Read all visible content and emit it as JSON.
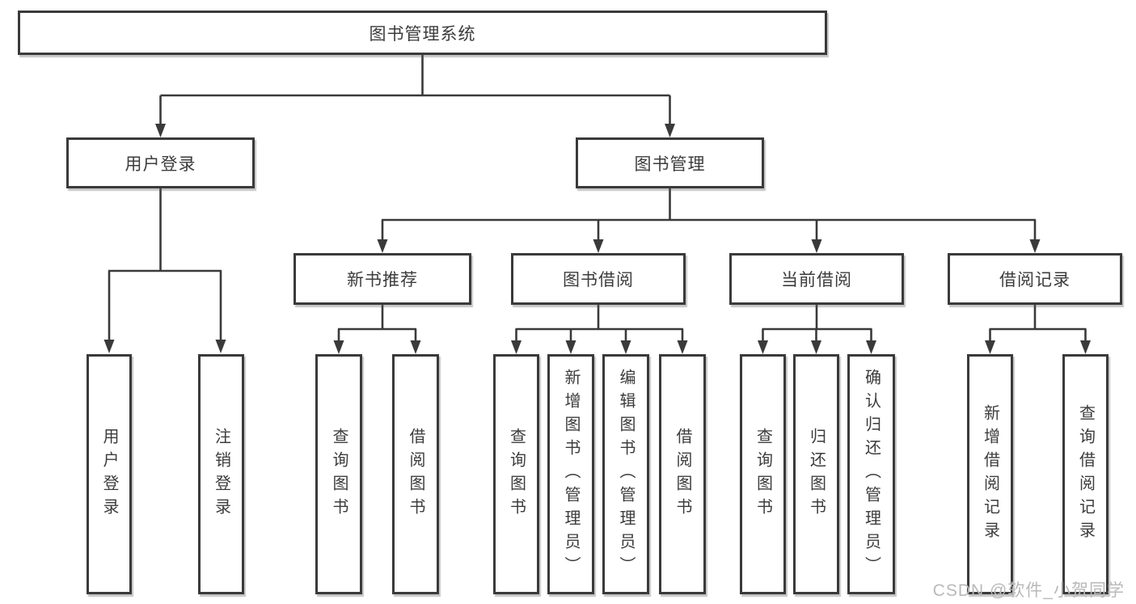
{
  "diagram": {
    "root": {
      "label": "图书管理系统"
    },
    "branches": [
      {
        "label": "用户登录",
        "children": [
          {
            "label": "用户登录"
          },
          {
            "label": "注销登录"
          }
        ]
      },
      {
        "label": "图书管理",
        "children": [
          {
            "label": "新书推荐",
            "children": [
              {
                "label": "查询图书"
              },
              {
                "label": "借阅图书"
              }
            ]
          },
          {
            "label": "图书借阅",
            "children": [
              {
                "label": "查询图书"
              },
              {
                "label": "新增图书（管理员）"
              },
              {
                "label": "编辑图书（管理员）"
              },
              {
                "label": "借阅图书"
              }
            ]
          },
          {
            "label": "当前借阅",
            "children": [
              {
                "label": "查询图书"
              },
              {
                "label": "归还图书"
              },
              {
                "label": "确认归还（管理员）"
              }
            ]
          },
          {
            "label": "借阅记录",
            "children": [
              {
                "label": "新增借阅记录"
              },
              {
                "label": "查询借阅记录"
              }
            ]
          }
        ]
      }
    ],
    "watermark": "CSDN @软件_小贺同学",
    "colors": {
      "line": "#3a3a3a",
      "text": "#3c3c3c",
      "watermark": "#b9b9b9",
      "background": "#ffffff"
    }
  }
}
